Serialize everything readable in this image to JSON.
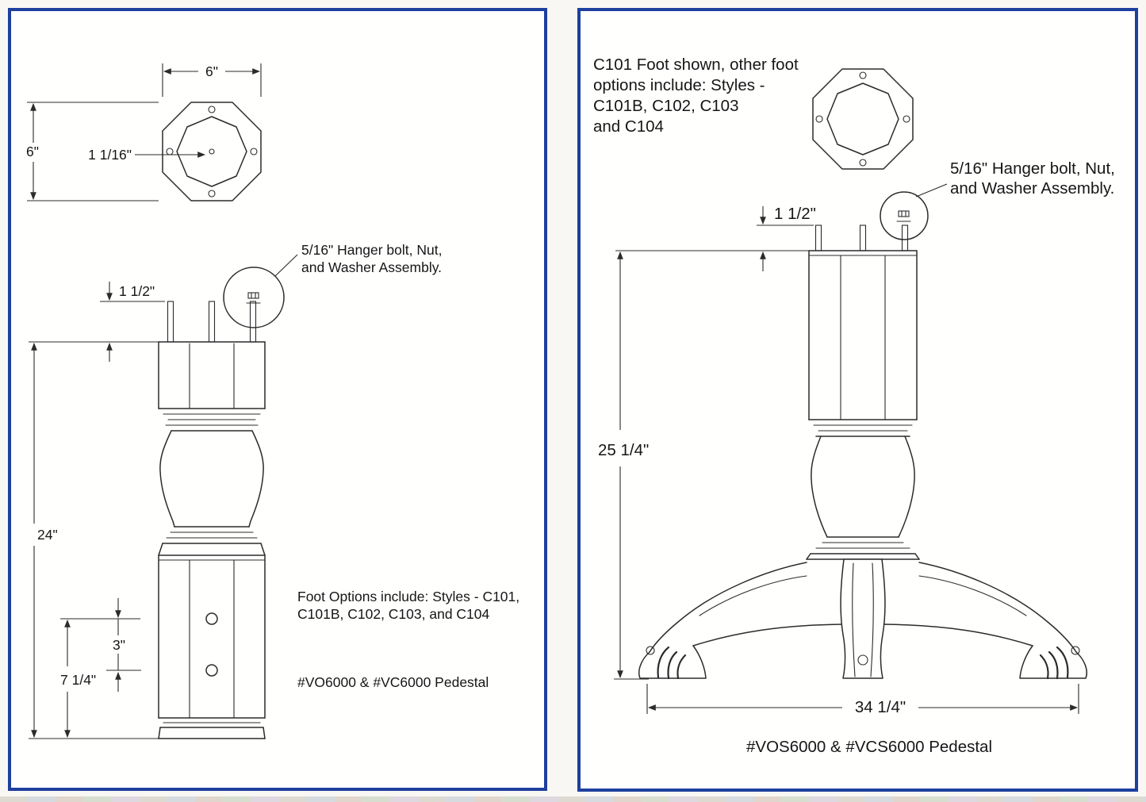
{
  "left_panel": {
    "top_view": {
      "width_dim": "6\"",
      "height_dim": "6\"",
      "center_hole_dim": "1 1/16\""
    },
    "hanger_bolt_callout": {
      "line1": "5/16\" Hanger bolt, Nut,",
      "line2": "and Washer Assembly."
    },
    "dimensions": {
      "bolt_height": "1 1/2\"",
      "overall_height": "24\"",
      "hole_spacing": "3\"",
      "hole_offset": "7 1/4\""
    },
    "foot_options_note": {
      "line1": "Foot Options include: Styles - C101,",
      "line2": "C101B, C102, C103, and C104"
    },
    "model_label": "#VO6000 & #VC6000 Pedestal"
  },
  "right_panel": {
    "foot_note": {
      "line1": "C101 Foot shown, other foot",
      "line2": "options include: Styles -",
      "line3": "C101B, C102, C103",
      "line4": "and C104"
    },
    "hanger_bolt_callout": {
      "line1": "5/16\" Hanger bolt, Nut,",
      "line2": "and Washer Assembly."
    },
    "dimensions": {
      "bolt_height": "1 1/2\"",
      "overall_height": "25 1/4\"",
      "base_width": "34 1/4\""
    },
    "model_label": "#VOS6000 & #VCS6000 Pedestal"
  },
  "colors": {
    "panel_border": "#1d409e",
    "line_art": "#2b2b2b",
    "text": "#161616",
    "background": "#f8f7f3"
  }
}
